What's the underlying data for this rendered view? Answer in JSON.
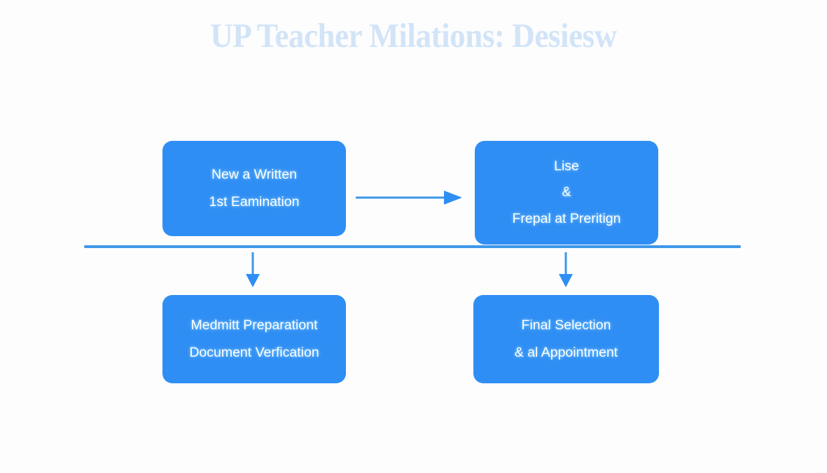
{
  "page": {
    "background_color": "#fdfdfe",
    "accent_color": "#2f8ef4",
    "connector_color": "#3d97e8",
    "title_color": "#d2e4f7"
  },
  "title": "UP Teacher Milations: Desiesw",
  "diagram": {
    "type": "flowchart",
    "nodes": [
      {
        "id": "written-exam",
        "lines": [
          "New a Written",
          "1st Eamination"
        ]
      },
      {
        "id": "list-preparation",
        "lines": [
          "Lise",
          "&",
          "Frepal at Preritign"
        ]
      },
      {
        "id": "document-verification",
        "lines": [
          "Medmitt Preparationt",
          "Document Verfication"
        ]
      },
      {
        "id": "final-selection",
        "lines": [
          "Final Selection",
          "& al Appointment"
        ]
      }
    ],
    "connectors": [
      {
        "id": "arrow-right",
        "direction": "right",
        "from": "written-exam",
        "to": "list-preparation"
      },
      {
        "id": "baseline",
        "direction": "horizontal-rule"
      },
      {
        "id": "arrow-down-left",
        "direction": "down",
        "from": "written-exam",
        "to": "document-verification"
      },
      {
        "id": "arrow-down-right",
        "direction": "down",
        "from": "list-preparation",
        "to": "final-selection"
      }
    ]
  }
}
